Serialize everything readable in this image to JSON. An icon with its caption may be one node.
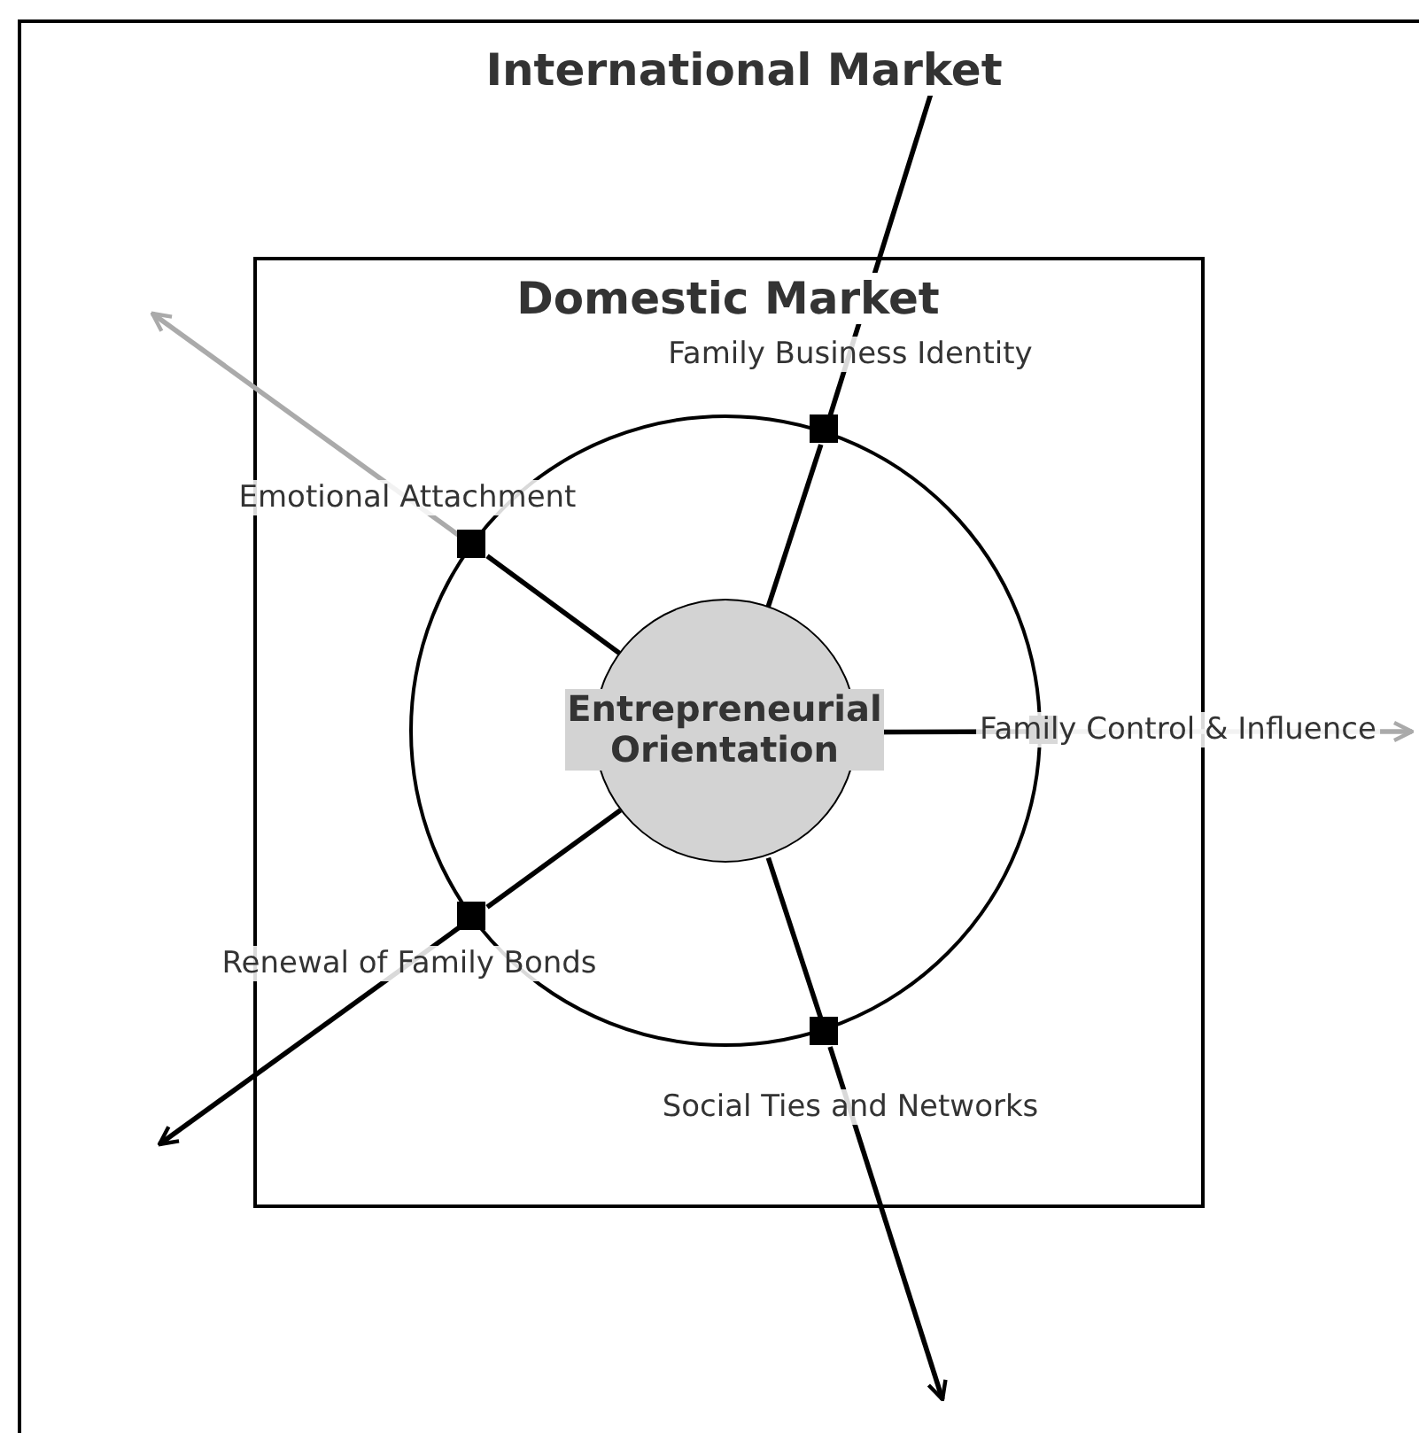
{
  "diagram": {
    "nodes": [
      {
        "text": [
          "International Market"
        ]
      },
      {
        "text": [
          "Domestic Market"
        ],
        "in": 0
      },
      {
        "text": [],
        "shape": "circle",
        "in": 1
      },
      {
        "text": [
          "Entrepreneurial Orientation"
        ],
        "in": 2
      },
      {
        "text": [],
        "shape": "box",
        "in": 2,
        "beside": [
          "Family Business Identity"
        ]
      },
      {
        "text": [],
        "shape": "box",
        "in": 2,
        "beside": [
          "Emotional Attachment"
        ]
      },
      {
        "text": [],
        "shape": "box",
        "in": 1,
        "beside": [
          "Family Control & Influence"
        ]
      },
      {
        "text": [],
        "shape": "box",
        "in": 2,
        "beside": [
          "Renewal of Family Bonds"
        ]
      },
      {
        "text": [],
        "shape": "box",
        "in": 2,
        "beside": [
          "Social Ties and Networks"
        ]
      }
    ],
    "edges": [
      {
        "from": 3,
        "to": 4,
        "arrow": "none"
      },
      {
        "from": 3,
        "to": 5,
        "arrow": "none"
      },
      {
        "from": 3,
        "to": 6,
        "arrow": "none"
      },
      {
        "from": 3,
        "to": 7,
        "arrow": "none"
      },
      {
        "from": 3,
        "to": 8,
        "arrow": "none"
      },
      {
        "from": 4,
        "to": null,
        "arrow": "to"
      },
      {
        "from": 5,
        "to": null,
        "arrow": "to",
        "color": "#aaaaaa"
      },
      {
        "from": 6,
        "to": null,
        "arrow": "to",
        "color": "#aaaaaa"
      },
      {
        "from": 7,
        "to": null,
        "arrow": "to"
      },
      {
        "from": 8,
        "to": null,
        "arrow": "to"
      }
    ]
  }
}
